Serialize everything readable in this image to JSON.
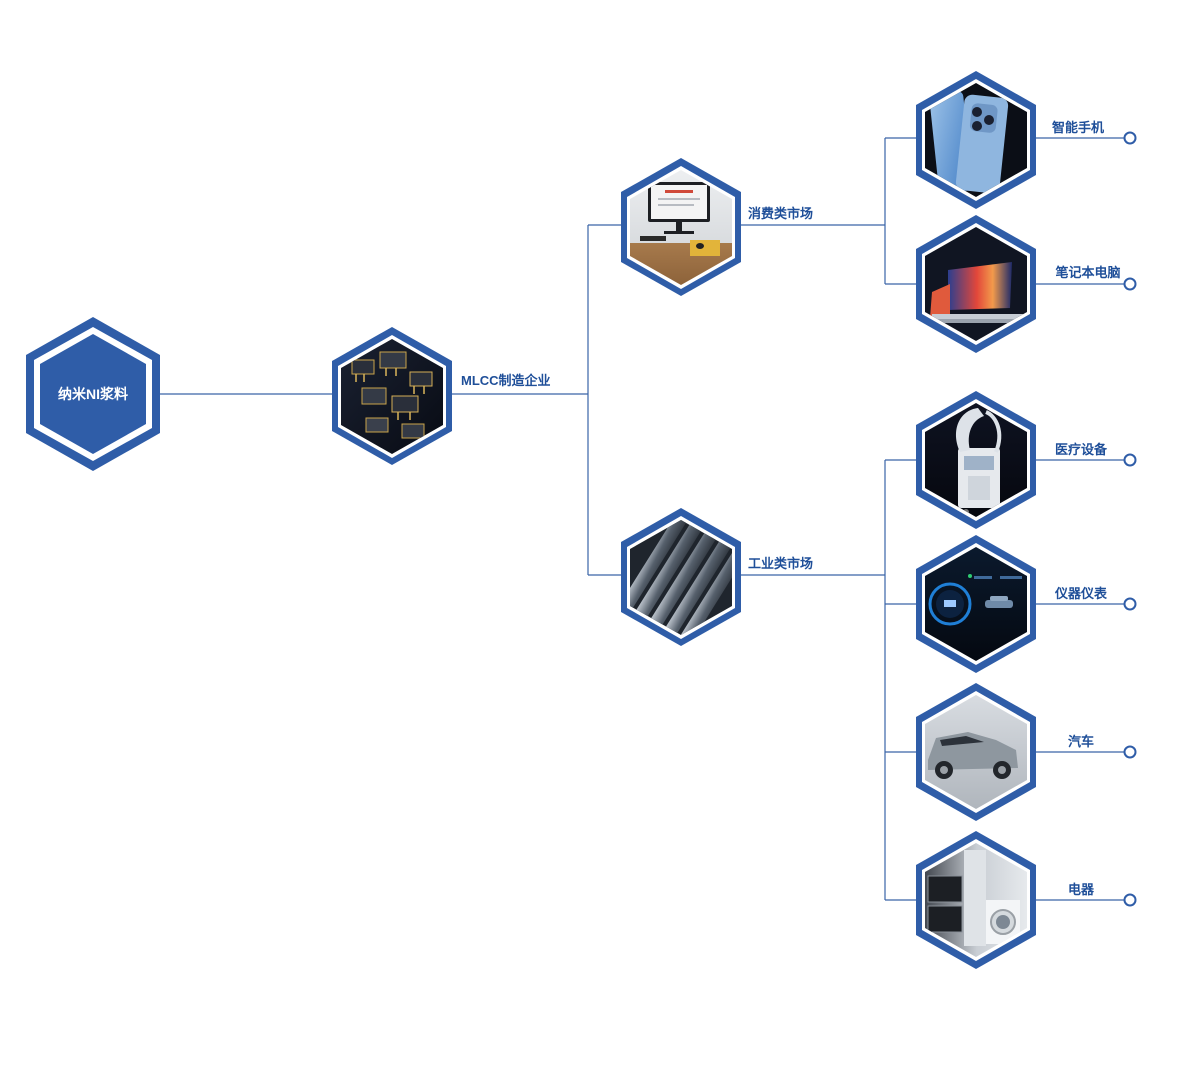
{
  "colors": {
    "brand_blue": "#2f5da8",
    "line_blue": "#3a64a8",
    "node_fill": "#2f5da8",
    "text_blue": "#1f4f99"
  },
  "nodes": {
    "root": {
      "label": "纳米NI浆料"
    },
    "mlcc": {
      "label": "MLCC制造企业",
      "image_icon": "electronic-components-icon"
    },
    "consumer": {
      "label": "消费类市场",
      "image_icon": "desktop-monitor-icon"
    },
    "industrial": {
      "label": "工业类市场",
      "image_icon": "metal-pipes-icon"
    },
    "smartphone": {
      "label": "智能手机",
      "image_icon": "smartphone-icon"
    },
    "laptop": {
      "label": "笔记本电脑",
      "image_icon": "laptop-icon"
    },
    "medical": {
      "label": "医疗设备",
      "image_icon": "medical-device-icon"
    },
    "instrument": {
      "label": "仪器仪表",
      "image_icon": "dashboard-gauge-icon"
    },
    "car": {
      "label": "汽车",
      "image_icon": "car-icon"
    },
    "appliance": {
      "label": "电器",
      "image_icon": "appliance-icon"
    }
  }
}
